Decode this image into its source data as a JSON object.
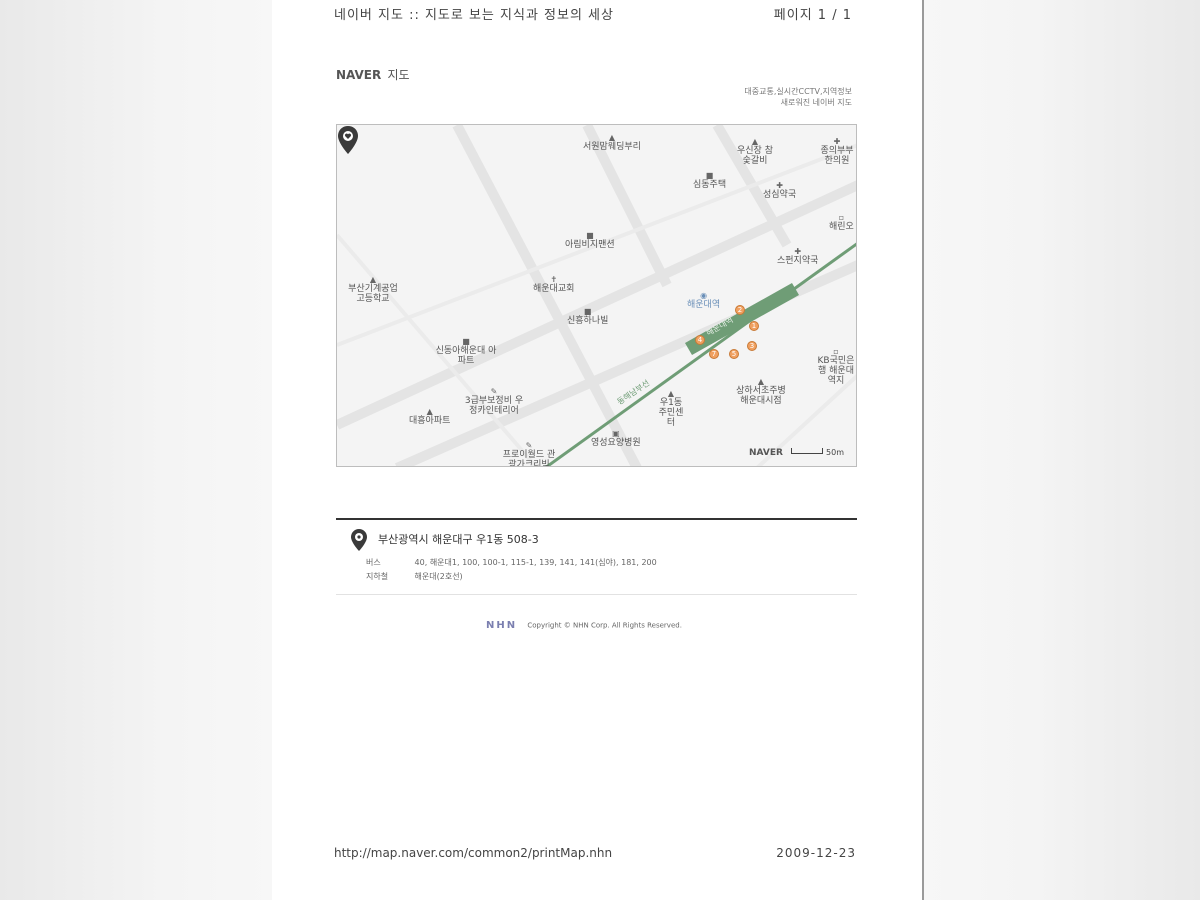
{
  "header": {
    "left": "네이버 지도 :: 지도로 보는 지식과 정보의 세상",
    "right": "페이지 1 / 1"
  },
  "brand": {
    "logo": "NAVER",
    "label": "지도"
  },
  "ad": {
    "line1": "대중교통,실시간CCTV,지역정보",
    "line2": "새로워진 네이버 지도"
  },
  "map": {
    "pois": [
      {
        "label": "서원맘웨딩부리",
        "icon": "place-icon"
      },
      {
        "label": "우신장 참숯갈비",
        "icon": "place-icon"
      },
      {
        "label": "종의부부 한의원",
        "icon": "hospital-icon"
      },
      {
        "label": "심동주택",
        "icon": "building-icon"
      },
      {
        "label": "성심약국",
        "icon": "pharmacy-icon"
      },
      {
        "label": "해린오",
        "icon": "place-icon"
      },
      {
        "label": "아림비지맨션",
        "icon": "building-icon"
      },
      {
        "label": "스펀지약국",
        "icon": "pharmacy-icon"
      },
      {
        "label": "해운대교회",
        "icon": "church-icon"
      },
      {
        "label": "부산기계공업 고등학교",
        "icon": "school-icon"
      },
      {
        "label": "신흥하나빌",
        "icon": "building-icon"
      },
      {
        "label": "해운대역",
        "icon": "subway-icon"
      },
      {
        "label": "신동아해운대 아파트",
        "icon": "building-icon"
      },
      {
        "label": "KB국민은행 해운대역지",
        "icon": "bank-icon"
      },
      {
        "label": "상하서초주병 해운대시점",
        "icon": "place-icon"
      },
      {
        "label": "3급부보정비 우정카인테리어",
        "icon": "repair-icon"
      },
      {
        "label": "대흥아파트",
        "icon": "building-icon"
      },
      {
        "label": "우1동 주민센터",
        "icon": "office-icon"
      },
      {
        "label": "프로이월드 관광가크리빅",
        "icon": "place-icon"
      },
      {
        "label": "영성요양병원",
        "icon": "hospital-icon"
      }
    ],
    "station_label": "해운대역",
    "rail_label": "동해남부선",
    "exits": [
      "1",
      "2",
      "3",
      "4",
      "5",
      "7"
    ],
    "scale_logo": "NAVER",
    "scale_text": "50m",
    "colors": {
      "rail": "#6f9d76",
      "exit": "#f0a060",
      "station": "#6a8fb8"
    }
  },
  "address": {
    "text": "부산광역시 해운대구 우1동 508-3",
    "bus_key": "버스",
    "bus_value": "40, 해운대1, 100, 100-1, 115-1, 139, 141, 141(심야), 181, 200",
    "subway_key": "지하철",
    "subway_value": "해운대(2호선)"
  },
  "copyright": {
    "logo": "NHN",
    "text": "Copyright © NHN Corp. All Rights Reserved."
  },
  "footer": {
    "url": "http://map.naver.com/common2/printMap.nhn",
    "date": "2009-12-23"
  }
}
